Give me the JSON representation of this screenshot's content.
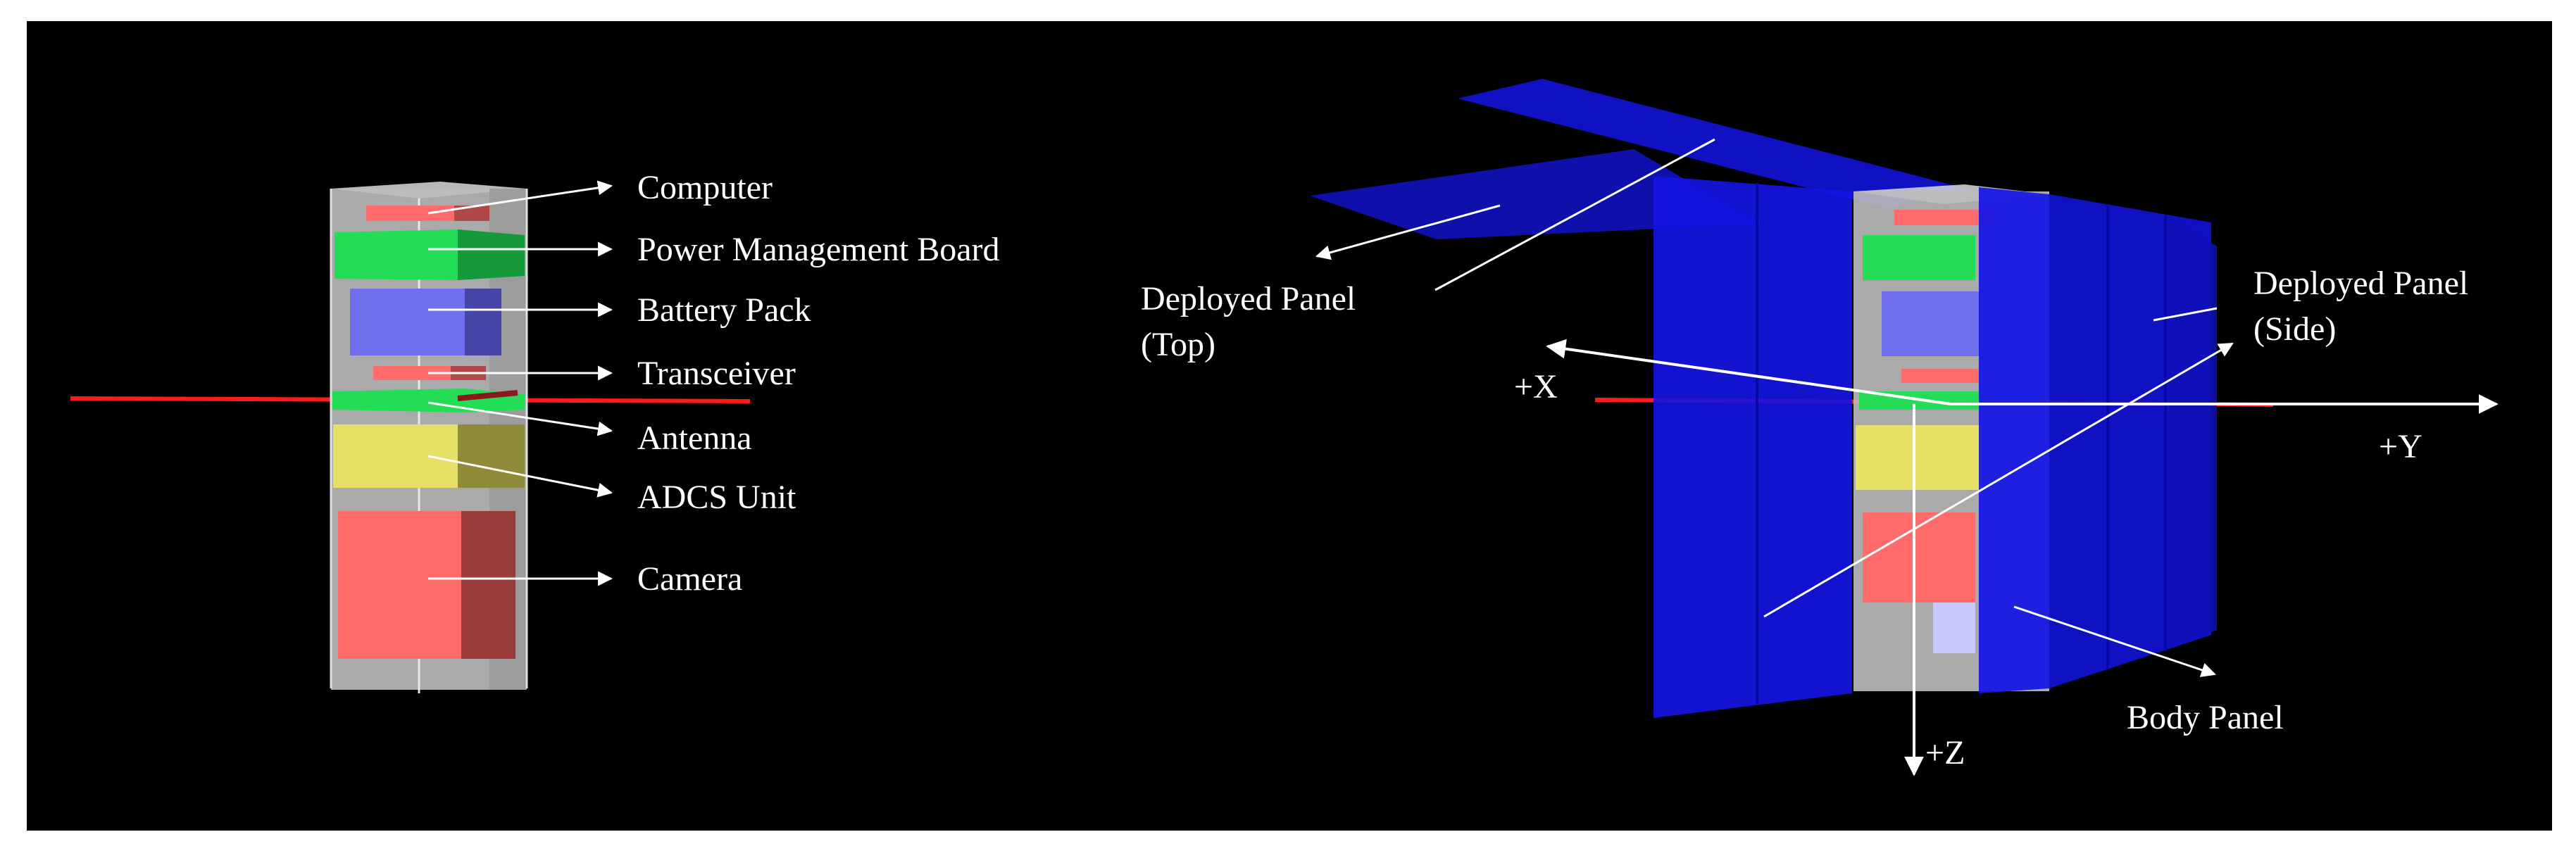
{
  "colors": {
    "background": "#000000",
    "frame": "#ffffff",
    "structure": "#bdbdbd",
    "computer": "#ff6b6b",
    "power_board": "#22dd55",
    "battery": "#7070ee",
    "transceiver": "#ff6b6b",
    "antenna": "#22dd55",
    "adcs": "#e6e066",
    "camera": "#ff6b6b",
    "axis_line": "#ff1a1a",
    "panel": "#1414e6",
    "annotation": "#ffffff"
  },
  "left_view": {
    "labels": {
      "computer": "Computer",
      "power_board": "Power Management Board",
      "battery": "Battery Pack",
      "transceiver": "Transceiver",
      "antenna": "Antenna",
      "adcs": "ADCS Unit",
      "camera": "Camera"
    }
  },
  "right_view": {
    "labels": {
      "deployed_top_line1": "Deployed Panel",
      "deployed_top_line2": "(Top)",
      "deployed_side_line1": "Deployed Panel",
      "deployed_side_line2": "(Side)",
      "body_panel": "Body Panel"
    },
    "axes": {
      "x": "+X",
      "y": "+Y",
      "z": "+Z"
    }
  }
}
